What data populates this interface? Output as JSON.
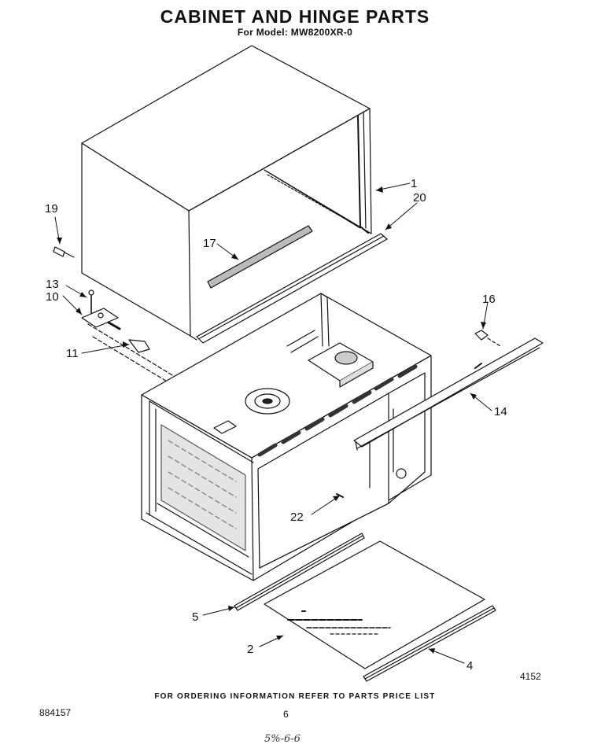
{
  "title": "CABINET AND HINGE PARTS",
  "subtitle": "For Model: MW8200XR-0",
  "callouts": {
    "c1": "1",
    "c2": "2",
    "c4": "4",
    "c5": "5",
    "c10": "10",
    "c11": "11",
    "c13": "13",
    "c14": "14",
    "c16": "16",
    "c17": "17",
    "c19": "19",
    "c20": "20",
    "c22": "22"
  },
  "figure_number": "4152",
  "footer_note": "FOR ORDERING INFORMATION REFER TO PARTS PRICE LIST",
  "document_number": "884157",
  "page_number": "6",
  "handwritten_note": "5%-6-6"
}
